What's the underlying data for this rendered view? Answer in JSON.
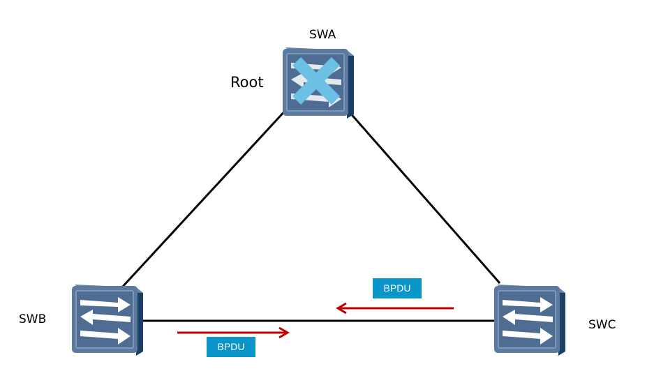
{
  "diagram": {
    "nodes": {
      "swa": {
        "label": "SWA",
        "role_label": "Root",
        "state": "blocked-cross-overlay"
      },
      "swb": {
        "label": "SWB"
      },
      "swc": {
        "label": "SWC"
      }
    },
    "links": [
      {
        "from": "SWA",
        "to": "SWB"
      },
      {
        "from": "SWA",
        "to": "SWC"
      },
      {
        "from": "SWB",
        "to": "SWC"
      }
    ],
    "messages": [
      {
        "label": "BPDU",
        "direction": "SWC->SWB"
      },
      {
        "label": "BPDU",
        "direction": "SWB->SWC"
      }
    ],
    "colors": {
      "link": "#000000",
      "arrow": "#c00000",
      "bpdu_badge": "#0b96c9",
      "cross": "#6cc0e3",
      "switch_face": "#4f6d93",
      "switch_side": "#1c3f66"
    }
  }
}
